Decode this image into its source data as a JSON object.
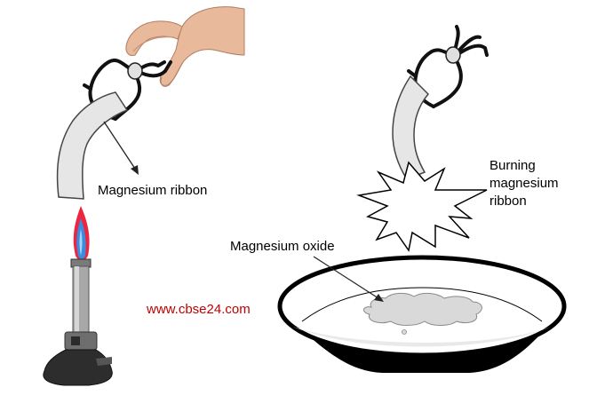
{
  "labels": {
    "magnesium_ribbon": "Magnesium ribbon",
    "burning_ribbon_line1": "Burning",
    "burning_ribbon_line2": "magnesium",
    "burning_ribbon_line3": "ribbon",
    "magnesium_oxide": "Magnesium oxide"
  },
  "watermark": "www.cbse24.com",
  "colors": {
    "watermark": "#c00000",
    "flame_outer": "#e8001c",
    "flame_inner": "#3a8dde",
    "ribbon_fill": "#e6e6e6",
    "dish_rim": "#000000",
    "skin": "#e8b99a"
  }
}
